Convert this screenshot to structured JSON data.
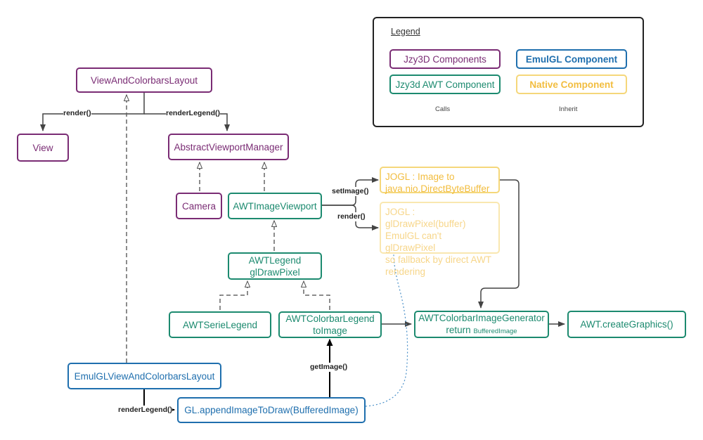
{
  "legend": {
    "title": "Legend",
    "jzy3d_components": "Jzy3D Components",
    "emulgl_component": "EmulGL Component",
    "jzy3d_awt_component": "Jzy3d AWT Component",
    "native_component": "Native Component",
    "calls_label": "Calls",
    "inherit_label": "Inherit"
  },
  "nodes": {
    "view_and_colorbars_layout": "ViewAndColorbarsLayout",
    "view": "View",
    "abstract_viewport_manager": "AbstractViewportManager",
    "camera": "Camera",
    "awt_image_viewport": "AWTImageViewport",
    "jogl_image_line1": "JOGL : Image to",
    "jogl_image_line2": "java.nio.DirectByteBuffer",
    "jogl_draw_line1": "JOGL : glDrawPixel(buffer)",
    "jogl_draw_line2": "EmulGL can't glDrawPixel",
    "jogl_draw_line3": "so fallback by direct AWT",
    "jogl_draw_line4": "rendering",
    "awt_legend_line1": "AWTLegend",
    "awt_legend_line2": "glDrawPixel",
    "awt_serie_legend": "AWTSerieLegend",
    "awt_colorbar_legend_line1": "AWTColorbarLegend",
    "awt_colorbar_legend_line2": "toImage",
    "awt_colorbar_image_generator_line1": "AWTColorbarImageGenerator",
    "awt_colorbar_image_generator_return": "return",
    "awt_colorbar_image_generator_type": "BufferedImage",
    "awt_create_graphics": "AWT.createGraphics()",
    "emulgl_view_and_colorbars_layout": "EmulGLViewAndColorbarsLayout",
    "gl_append_image_to_draw": "GL.appendImageToDraw(BufferedImage)"
  },
  "edges": {
    "render": "render()",
    "render_legend": "renderLegend()",
    "set_image": "setImage()",
    "render_viewport": "render()",
    "get_image": "getImage()",
    "render_legend_emulgl": "renderLegend()"
  }
}
